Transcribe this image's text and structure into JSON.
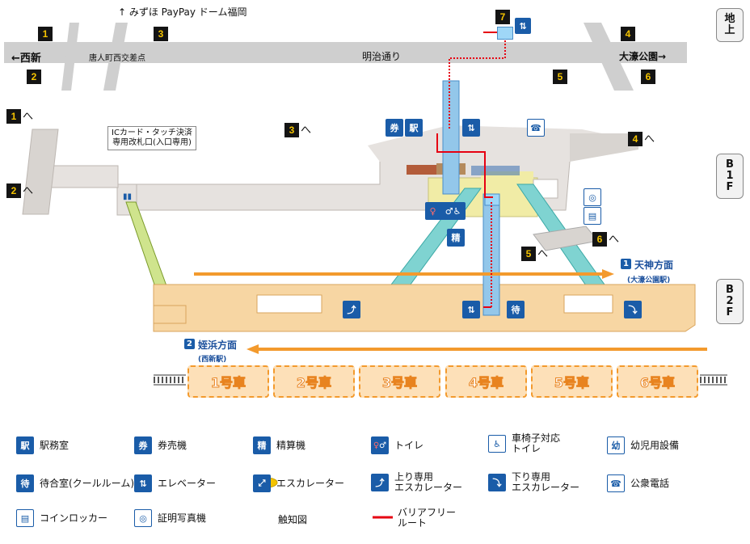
{
  "top": {
    "dome_label": "↑ みずほ PayPay ドーム福岡",
    "west_label": "←西新",
    "east_label": "大濠公園→",
    "street_label": "明治通り",
    "crossing_label": "唐人町西交差点"
  },
  "floors": {
    "ground": "地\n上",
    "b1": "B\n1\nF",
    "b2": "B\n2\nF"
  },
  "exits": {
    "e1": "1",
    "e2": "2",
    "e3": "3",
    "e4": "4",
    "e5": "5",
    "e6": "6",
    "e7": "7"
  },
  "ic_gate_label": "ICカード・タッチ決済\n専用改札口(入口専用)",
  "directions": {
    "tenjin_num": "1",
    "tenjin": "天神方面",
    "tenjin_sub": "(大濠公園駅)",
    "meinohama_num": "2",
    "meinohama": "姪浜方面",
    "meinohama_sub": "(西新駅)"
  },
  "cars": [
    "1号車",
    "2号車",
    "3号車",
    "4号車",
    "5号車",
    "6号車"
  ],
  "legend": [
    {
      "icon": "station-office-icon",
      "glyph": "駅",
      "label": "駅務室"
    },
    {
      "icon": "ticket-machine-icon",
      "glyph": "券",
      "label": "券売機"
    },
    {
      "icon": "fare-adjust-icon",
      "glyph": "精",
      "label": "精算機"
    },
    {
      "icon": "toilet-icon",
      "glyph": "♀♂",
      "label": "トイレ"
    },
    {
      "icon": "wheelchair-icon",
      "glyph": "♿",
      "label": "車椅子対応\nトイレ"
    },
    {
      "icon": "baby-icon",
      "glyph": "幼",
      "label": "幼児用設備"
    },
    {
      "icon": "waiting-room-icon",
      "glyph": "待",
      "label": "待合室(クールルーム)"
    },
    {
      "icon": "elevator-icon",
      "glyph": "⇅",
      "label": "エレベーター"
    },
    {
      "icon": "escalator-icon",
      "glyph": "⤢",
      "label": "エスカレーター"
    },
    {
      "icon": "up-escalator-icon",
      "glyph": "⤴",
      "label": "上り専用\nエスカレーター"
    },
    {
      "icon": "down-escalator-icon",
      "glyph": "⤵",
      "label": "下り専用\nエスカレーター"
    },
    {
      "icon": "phone-icon",
      "glyph": "☎",
      "label": "公衆電話"
    },
    {
      "icon": "locker-icon",
      "glyph": "▤",
      "label": "コインロッカー"
    },
    {
      "icon": "photo-booth-icon",
      "glyph": "◎",
      "label": "証明写真機"
    },
    {
      "icon": "tactile-map-icon",
      "glyph": "",
      "label": "触知図"
    },
    {
      "icon": "barrier-free-route-icon",
      "glyph": "",
      "label": "バリアフリー\nルート"
    }
  ],
  "colors": {
    "concourse": "#e6e2df",
    "platform": "#f7d6a3",
    "escalator": "#7fd3d1",
    "elevator": "#93c7ea",
    "accent_orange": "#f39a2d",
    "route_red": "#e60012",
    "icon_blue": "#1a5ca8"
  }
}
